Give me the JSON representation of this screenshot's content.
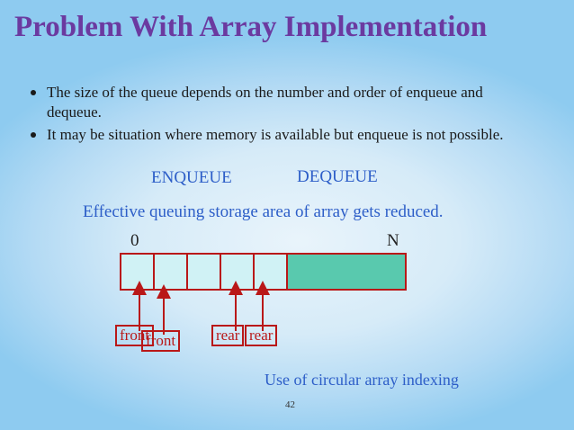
{
  "slide": {
    "title": "Problem With Array Implementation",
    "bullets": [
      "The size of the queue depends on the number and order of enqueue and dequeue.",
      "It may be situation where memory is available but enqueue is not possible."
    ],
    "enqueue_label": "ENQUEUE",
    "dequeue_label": "DEQUEUE",
    "effective_text": "Effective queuing storage area of array gets reduced.",
    "index_start": "0",
    "index_end": "N",
    "pointers": {
      "front_1": "front",
      "front_2": "front",
      "rear_1": "rear",
      "rear_2": "rear"
    },
    "circular_text": "Use of circular array indexing",
    "page_number": "42"
  },
  "colors": {
    "title": "#6b3aa0",
    "accent_text": "#2d5ec8",
    "array_border": "#b91818",
    "empty_cell": "#d0f2f5",
    "filled_region": "#59c9ae"
  }
}
